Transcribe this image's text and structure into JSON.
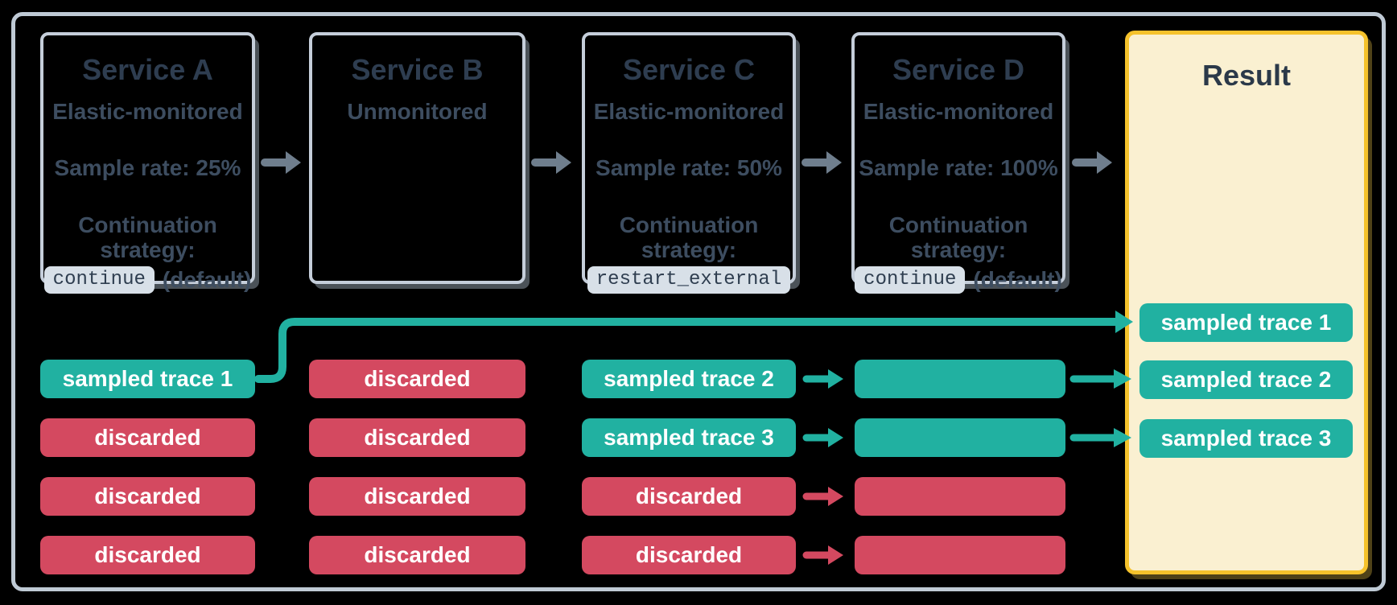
{
  "palette": {
    "background": "#000000",
    "frame_border": "#BFCAD5",
    "service_box_border": "#C5CEDA",
    "title_text": "#2E3D50",
    "body_text": "#3D4D60",
    "code_chip_bg": "#D8E0E8",
    "code_chip_text": "#2F3E50",
    "sampled_teal": "#21B1A1",
    "discarded_red": "#D44960",
    "flow_arrow_slate": "#6F7E8D",
    "result_bg": "#FAF0D1",
    "result_border": "#F5C22B",
    "chip_label_text": "#FFFFFF"
  },
  "services": [
    {
      "title": "Service A",
      "monitoring": "Elastic-monitored",
      "sample_rate": "Sample rate: 25%",
      "continuation_heading": "Continuation strategy:",
      "strategy_code": "continue",
      "strategy_suffix": "(default)"
    },
    {
      "title": "Service B",
      "monitoring": "Unmonitored"
    },
    {
      "title": "Service C",
      "monitoring": "Elastic-monitored",
      "sample_rate": "Sample rate: 50%",
      "continuation_heading": "Continuation strategy:",
      "strategy_code": "restart_external",
      "strategy_suffix": ""
    },
    {
      "title": "Service D",
      "monitoring": "Elastic-monitored",
      "sample_rate": "Sample rate: 100%",
      "continuation_heading": "Continuation strategy:",
      "strategy_code": "continue",
      "strategy_suffix": "(default)"
    }
  ],
  "columns": {
    "a": [
      {
        "label": "sampled trace 1",
        "kind": "sampled"
      },
      {
        "label": "discarded",
        "kind": "discarded"
      },
      {
        "label": "discarded",
        "kind": "discarded"
      },
      {
        "label": "discarded",
        "kind": "discarded"
      }
    ],
    "b": [
      {
        "label": "discarded",
        "kind": "discarded"
      },
      {
        "label": "discarded",
        "kind": "discarded"
      },
      {
        "label": "discarded",
        "kind": "discarded"
      },
      {
        "label": "discarded",
        "kind": "discarded"
      }
    ],
    "c": [
      {
        "label": "sampled trace 2",
        "kind": "sampled"
      },
      {
        "label": "sampled trace 3",
        "kind": "sampled"
      },
      {
        "label": "discarded",
        "kind": "discarded"
      },
      {
        "label": "discarded",
        "kind": "discarded"
      }
    ],
    "d": [
      {
        "label": "",
        "kind": "sampled"
      },
      {
        "label": "",
        "kind": "sampled"
      },
      {
        "label": "",
        "kind": "discarded"
      },
      {
        "label": "",
        "kind": "discarded"
      }
    ]
  },
  "result": {
    "title": "Result",
    "traces": [
      {
        "label": "sampled trace 1",
        "kind": "sampled"
      },
      {
        "label": "sampled trace 2",
        "kind": "sampled"
      },
      {
        "label": "sampled trace 3",
        "kind": "sampled"
      }
    ]
  }
}
